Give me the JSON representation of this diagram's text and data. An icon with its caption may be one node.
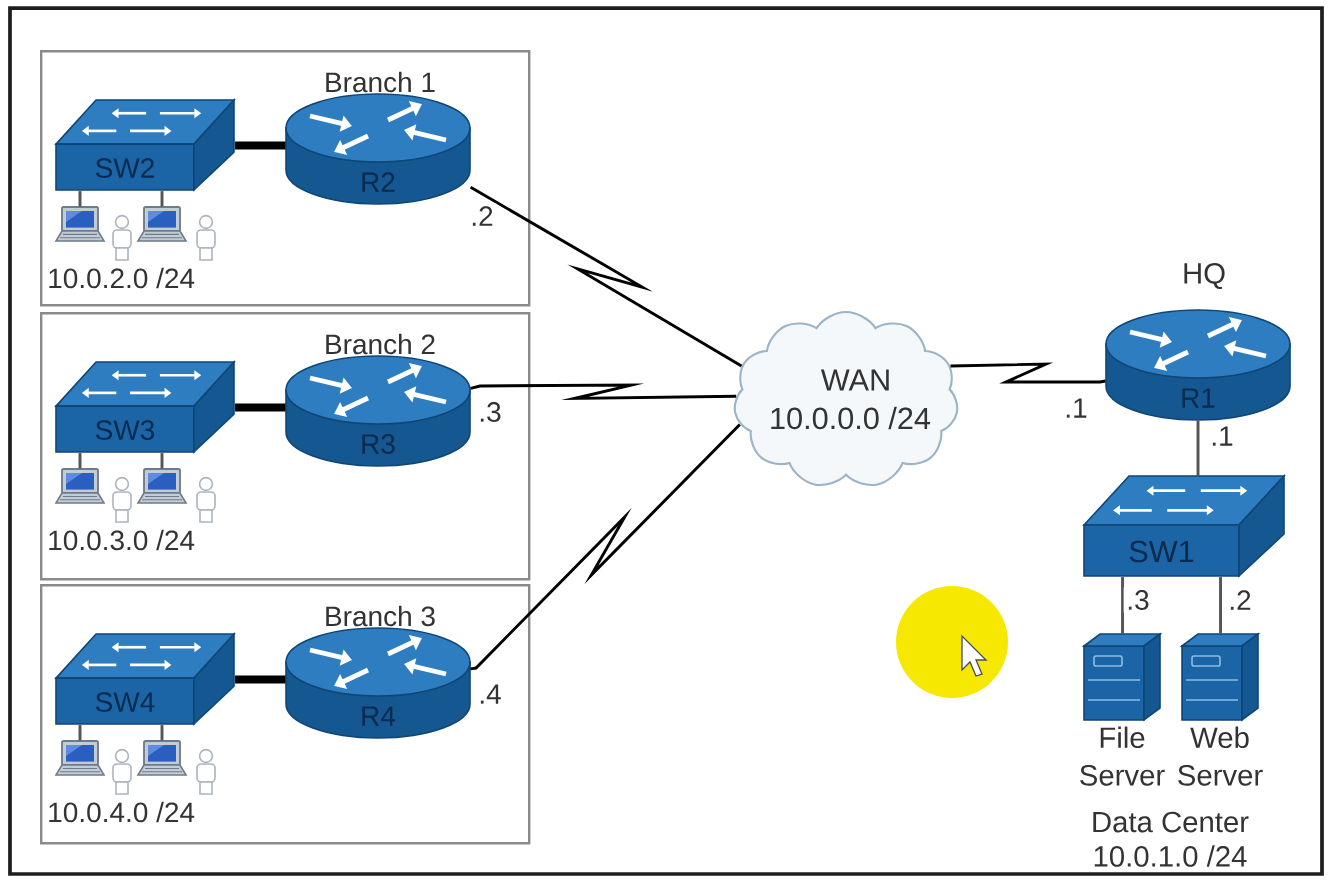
{
  "diagram": {
    "nodes": [
      {
        "text": [
          "Branch 1",
          "10.0.2.0 /24"
        ]
      },
      {
        "text": [
          "SW2"
        ],
        "in": 0
      },
      {
        "text": [
          "R2"
        ],
        "in": 0
      },
      {
        "text": [],
        "shape": "picture",
        "in": 0
      },
      {
        "text": [],
        "shape": "picture",
        "in": 0
      },
      {
        "text": [
          "Branch 2",
          "10.0.3.0 /24"
        ]
      },
      {
        "text": [
          "SW3"
        ],
        "in": 5
      },
      {
        "text": [
          "R3"
        ],
        "in": 5
      },
      {
        "text": [],
        "shape": "picture",
        "in": 5
      },
      {
        "text": [],
        "shape": "picture",
        "in": 5
      },
      {
        "text": [
          "Branch 3",
          "10.0.4.0 /24"
        ]
      },
      {
        "text": [
          "SW4"
        ],
        "in": 10
      },
      {
        "text": [
          "R4"
        ],
        "in": 10
      },
      {
        "text": [],
        "shape": "picture",
        "in": 10
      },
      {
        "text": [],
        "shape": "picture",
        "in": 10
      },
      {
        "text": [
          "WAN",
          "10.0.0.0 /24"
        ]
      },
      {
        "text": [
          "R1"
        ],
        "beside": [
          "HQ"
        ]
      },
      {
        "text": [
          "SW1"
        ]
      },
      {
        "text": [
          "File Server"
        ]
      },
      {
        "text": [
          "Web Server"
        ]
      }
    ],
    "edges": [
      {
        "from": 1,
        "to": 2,
        "arrow": "none",
        "style": "thick",
        "color": "#000000"
      },
      {
        "from": 1,
        "to": 3,
        "arrow": "none"
      },
      {
        "from": 1,
        "to": 4,
        "arrow": "none"
      },
      {
        "from": 6,
        "to": 7,
        "arrow": "none",
        "style": "thick",
        "color": "#000000"
      },
      {
        "from": 6,
        "to": 8,
        "arrow": "none"
      },
      {
        "from": 6,
        "to": 9,
        "arrow": "none"
      },
      {
        "from": 11,
        "to": 12,
        "arrow": "none",
        "style": "thick",
        "color": "#000000"
      },
      {
        "from": 11,
        "to": 13,
        "arrow": "none"
      },
      {
        "from": 11,
        "to": 14,
        "arrow": "none"
      },
      {
        "from": 2,
        "to": 15,
        "arrow": "none",
        "label": ".2",
        "color": "#000000"
      },
      {
        "from": 7,
        "to": 15,
        "arrow": "none",
        "label": ".3",
        "color": "#000000"
      },
      {
        "from": 12,
        "to": 15,
        "arrow": "none",
        "label": ".4",
        "color": "#000000"
      },
      {
        "from": 15,
        "to": 16,
        "arrow": "none",
        "label": ".1",
        "color": "#000000"
      },
      {
        "from": 16,
        "to": 17,
        "arrow": "none",
        "label": ".1"
      },
      {
        "from": 17,
        "to": 18,
        "arrow": "none",
        "label": ".3"
      },
      {
        "from": 17,
        "to": 19,
        "arrow": "none",
        "label": ".2"
      }
    ],
    "labels": [
      "Data Center",
      "10.0.1.0 /24"
    ]
  }
}
